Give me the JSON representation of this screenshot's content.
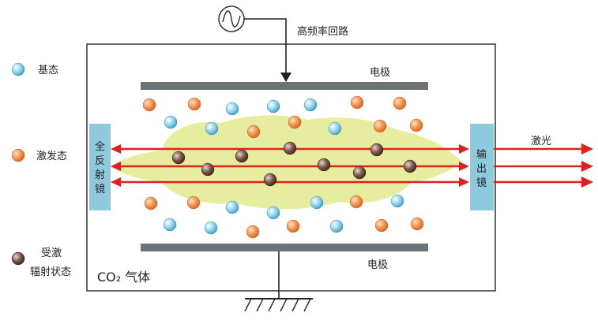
{
  "labels": {
    "rf_circuit": "高频率回路",
    "electrode_top": "电极",
    "electrode_bottom": "电极",
    "total_mirror": [
      "全",
      "反",
      "射",
      "镜"
    ],
    "output_mirror": [
      "输",
      "出",
      "镜"
    ],
    "laser": "激光",
    "gas": "CO₂ 气体"
  },
  "legend": [
    {
      "kind": "ground",
      "label_lines": [
        "基态"
      ]
    },
    {
      "kind": "excited",
      "label_lines": [
        "激发态"
      ]
    },
    {
      "kind": "stimulated",
      "label_lines": [
        "受激",
        "辐射状态"
      ]
    }
  ],
  "colors": {
    "ground_particle": "#7ec8e3",
    "excited_particle": "#f28c4a",
    "stimulated_particle": "#6b4a3a",
    "laser_beam": "#e0201c",
    "glow": "#e6ec9a",
    "mirror": "#8ec9dc",
    "electrode": "#6b7377",
    "frame": "#333333"
  },
  "icons": {
    "ac_source": "sine-wave-source-icon",
    "ground": "ground-symbol-icon"
  }
}
